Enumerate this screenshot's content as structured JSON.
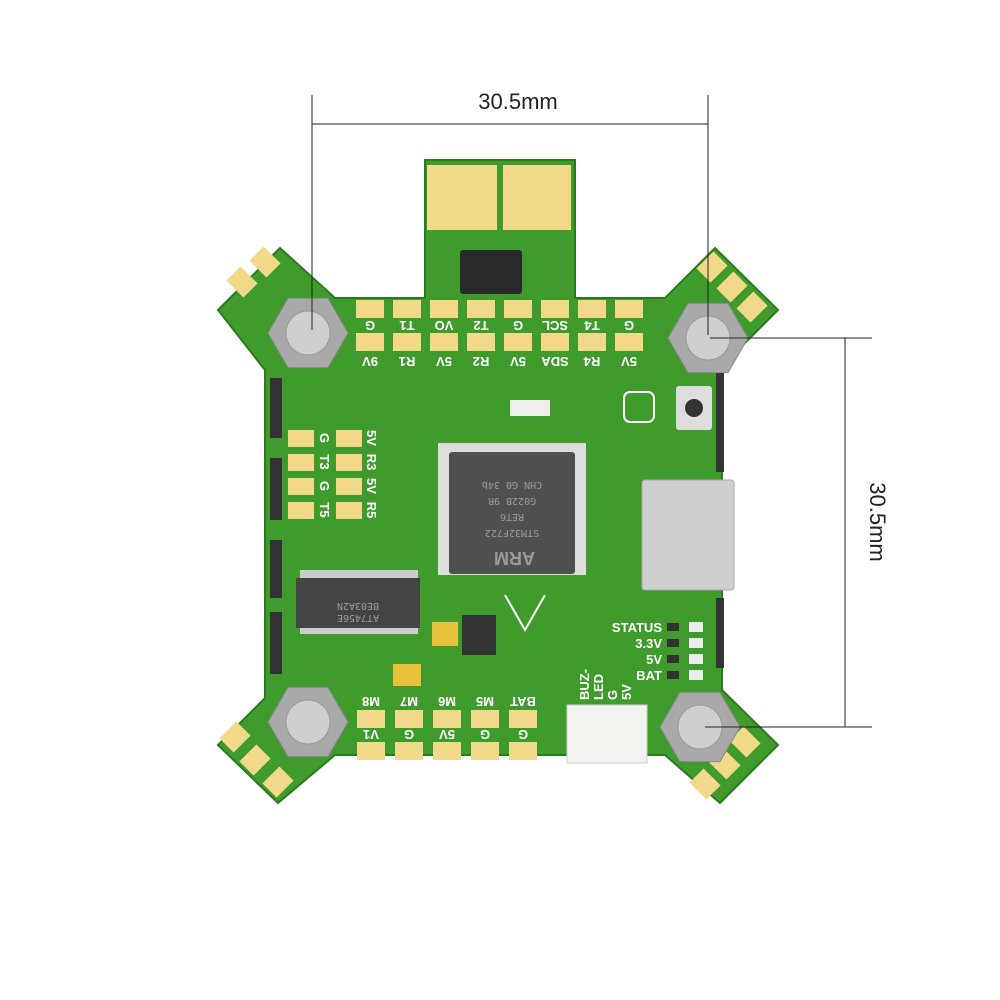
{
  "dimensions": {
    "horizontal_label": "30.5mm",
    "vertical_label": "30.5mm"
  },
  "top_pads_row1": [
    "G",
    "T1",
    "VO",
    "T2",
    "G",
    "SCL",
    "T4",
    "G"
  ],
  "top_pads_row2": [
    "9V",
    "R1",
    "5V",
    "R2",
    "5V",
    "SDA",
    "R4",
    "5V"
  ],
  "left_pads": [
    [
      "G",
      "5V"
    ],
    [
      "T3",
      "R3"
    ],
    [
      "G",
      "5V"
    ],
    [
      "T5",
      "R5"
    ]
  ],
  "bottom_pads_row1": [
    "M8",
    "M7",
    "M6",
    "M5",
    "BAT"
  ],
  "bottom_pads_row2": [
    "V1",
    "G",
    "5V",
    "G",
    "G"
  ],
  "status_leds": [
    "STATUS",
    "3.3V",
    "5V",
    "BAT"
  ],
  "connector_pins": [
    "BUZ-",
    "LED",
    "G",
    "5V"
  ],
  "mcu": {
    "lines": [
      "CHN  G0 34b",
      "G022B  9R",
      "RET6",
      "STM32F722"
    ],
    "brand": "ARM"
  },
  "osd_chip": {
    "lines": [
      "AT7456E",
      "BE03A2N"
    ]
  },
  "colors": {
    "board": "#3d9a2a",
    "board_dark": "#2f7f22",
    "pad": "#f2d98a",
    "standoff": "#b8b8b8"
  }
}
